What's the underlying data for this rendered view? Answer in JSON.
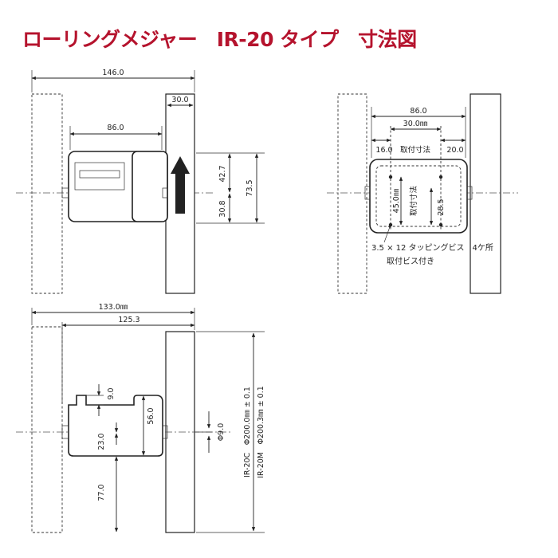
{
  "title": "ローリングメジャー　IR-20 タイプ　寸法図",
  "colors": {
    "title": "#b5132d",
    "line": "#222222"
  },
  "front_view": {
    "overall_width": "146.0",
    "body_width": "86.0",
    "post_width": "30.0",
    "upper_height": "42.7",
    "lower_height": "30.8",
    "total_height": "73.5"
  },
  "rear_view": {
    "body_width": "86.0",
    "hole_pitch_x": "30.0㎜",
    "left_offset": "16.0",
    "mount_label": "取付寸法",
    "right_offset": "20.0",
    "hole_pitch_y_left": "45.0㎜",
    "hole_pitch_y_label": "取付寸法",
    "hole_pitch_y_right": "28.5",
    "screw_note": "3.5 × 12 タッピングビス　4ケ所",
    "screw_note2": "取付ビス付き"
  },
  "side_view": {
    "overall_width": "133.0㎜",
    "inner_width": "125.3",
    "top_step": "9.0",
    "body_height": "56.0",
    "lower_offset": "23.0",
    "shaft_diameter": "Φ9.0",
    "bottom_height": "77.0",
    "circ_20c": "IR-20C　Φ200.0㎜ ± 0.1",
    "circ_20m": "IR-20M　Φ200.3㎜ ± 0.1"
  }
}
